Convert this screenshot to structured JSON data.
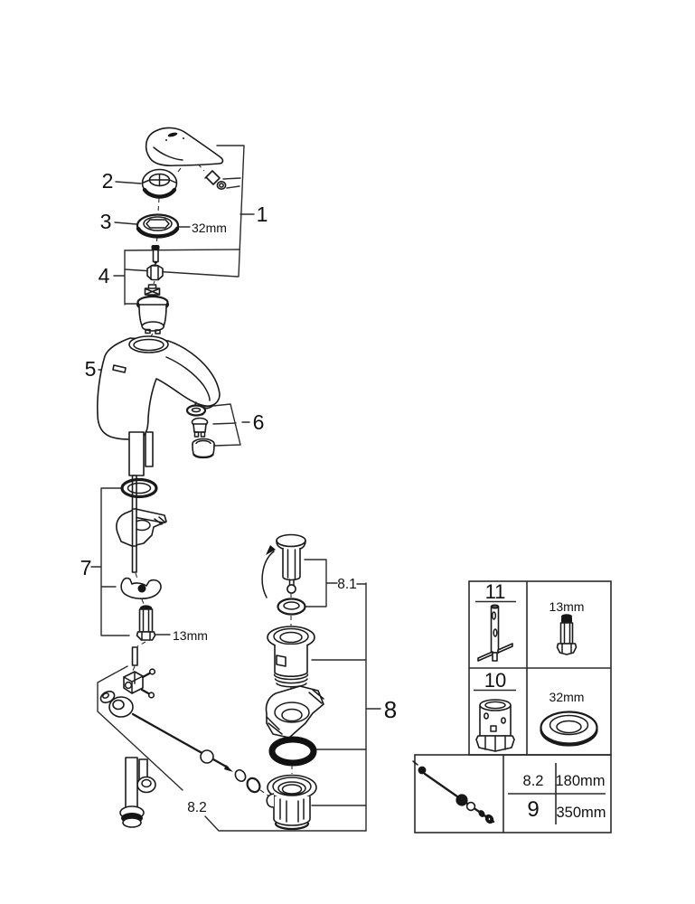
{
  "page": {
    "background": "#ffffff",
    "line_color": "#1a1a1a"
  },
  "diagram": {
    "callouts": {
      "part1": "1",
      "part2": "2",
      "part3": "3",
      "part4": "4",
      "part5": "5",
      "part6": "6",
      "part7": "7",
      "part8": "8",
      "part8_1": "8.1",
      "part8_2": "8.2"
    },
    "dimensions": {
      "cap_nut": "32mm",
      "mounting_nut": "13mm"
    }
  },
  "tool_panel": {
    "cells": [
      {
        "label": "11"
      },
      {
        "label": "13mm"
      },
      {
        "label": "10"
      },
      {
        "label": "32mm"
      }
    ]
  },
  "size_table": {
    "rows": [
      {
        "ref": "8.2",
        "length": "180mm"
      },
      {
        "ref": "9",
        "length": "350mm"
      }
    ]
  }
}
